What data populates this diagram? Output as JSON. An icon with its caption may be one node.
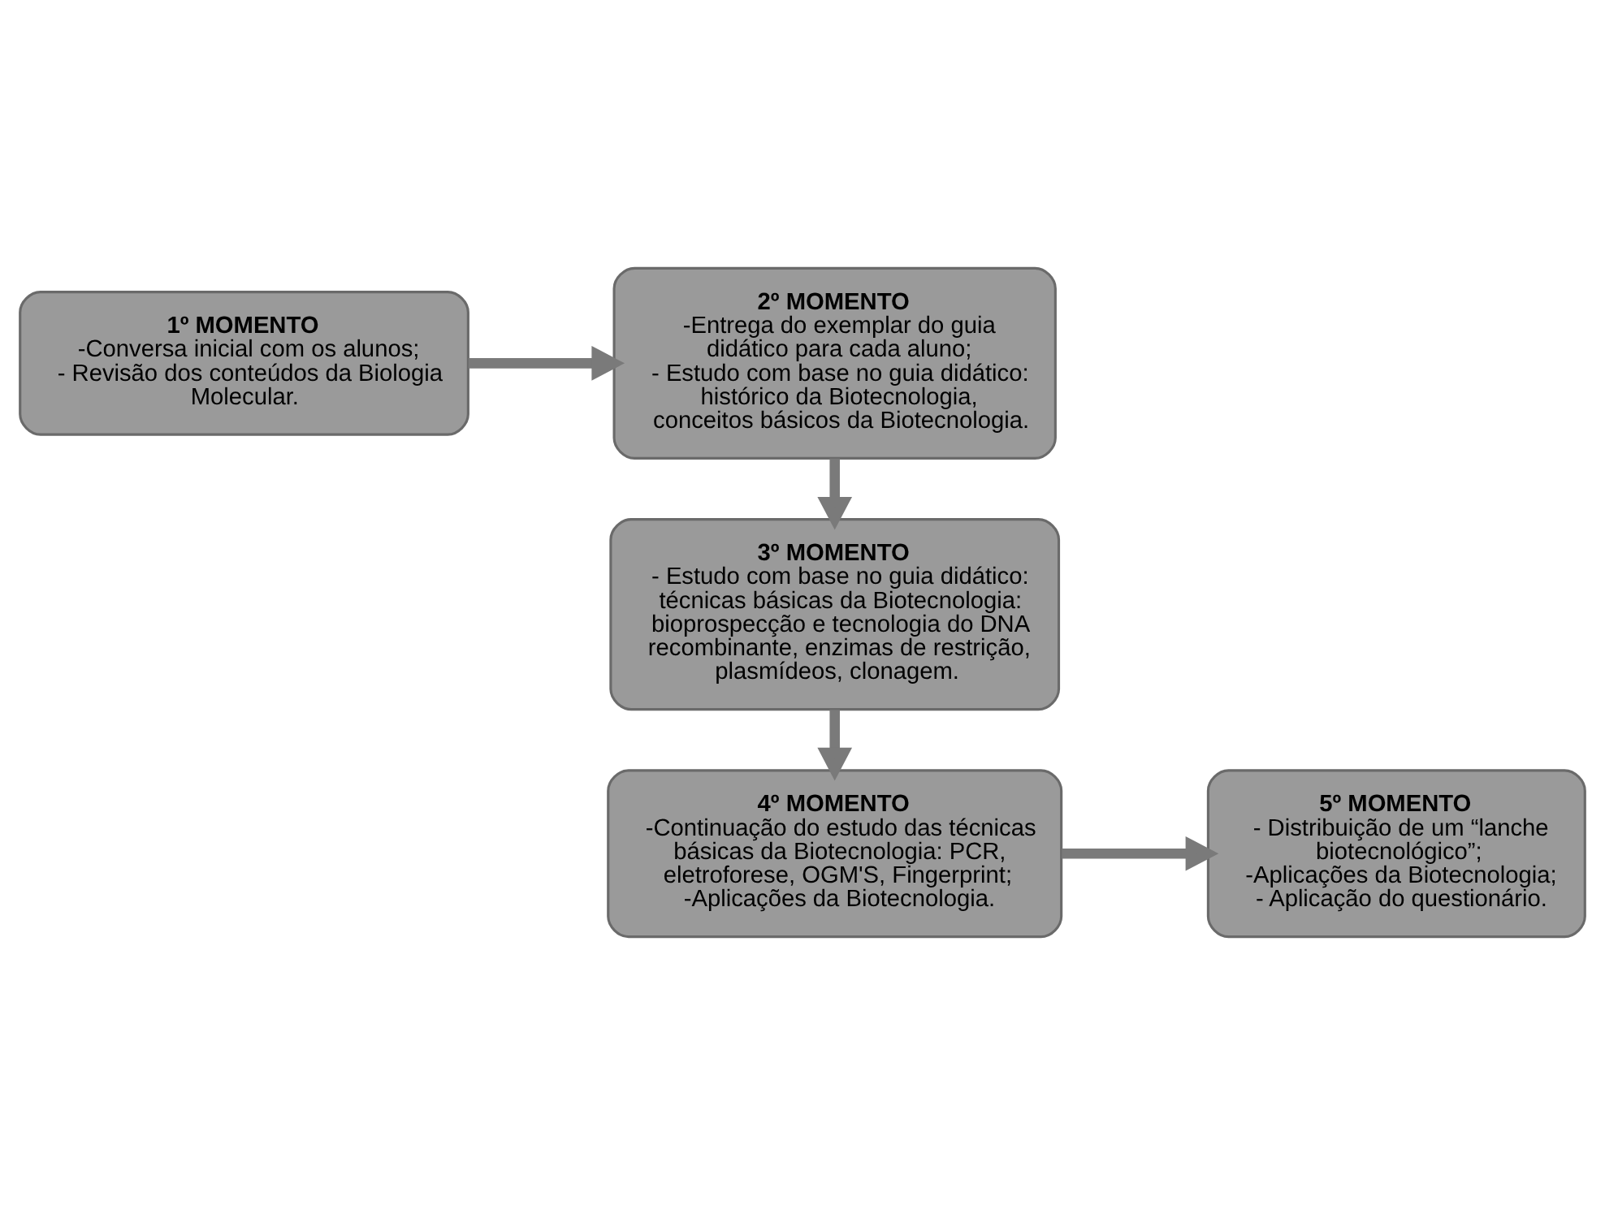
{
  "diagram": {
    "nodes": [
      {
        "text": [
          "1º MOMENTO",
          "-Conversa inicial com os alunos;",
          "- Revisão dos conteúdos da Biologia Molecular."
        ]
      },
      {
        "text": [
          "2º MOMENTO",
          "-Entrega do exemplar do guia didático para cada aluno;",
          "- Estudo com base no guia didático: histórico da Biotecnologia, conceitos básicos da Biotecnologia."
        ]
      },
      {
        "text": [
          "3º MOMENTO",
          "- Estudo com base no guia didático: técnicas básicas da Biotecnologia: bioprospecção e tecnologia do DNA recombinante, enzimas de restrição, plasmídeos, clonagem."
        ]
      },
      {
        "text": [
          "4º MOMENTO",
          "-Continuação do estudo das técnicas básicas da Biotecnologia: PCR, eletroforese, OGM'S, Fingerprint;",
          "-Aplicações da Biotecnologia."
        ]
      },
      {
        "text": [
          "5º MOMENTO",
          "- Distribuição de um “lanche biotecnológico”;",
          "-Aplicações da Biotecnologia;",
          "- Aplicação do questionário."
        ]
      }
    ],
    "edges": [
      {
        "from": 0,
        "to": 1,
        "arrow": "to"
      },
      {
        "from": 1,
        "to": 2,
        "arrow": "to"
      },
      {
        "from": 2,
        "to": 3,
        "arrow": "to"
      },
      {
        "from": 3,
        "to": 4,
        "arrow": "to"
      }
    ]
  }
}
